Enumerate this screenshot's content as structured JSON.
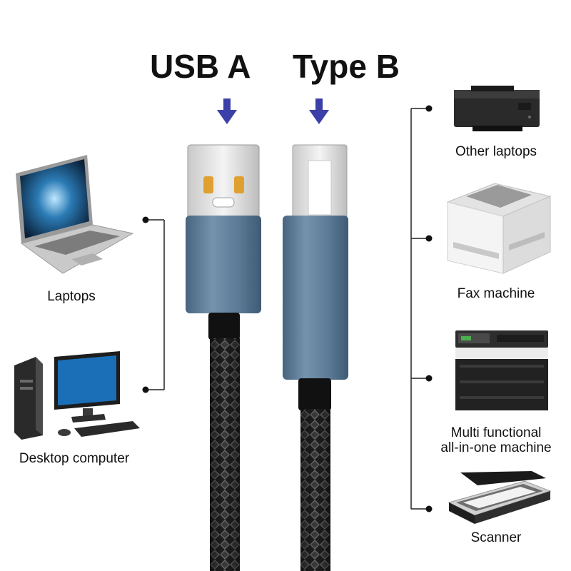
{
  "connectors": {
    "left_title": "USB A",
    "right_title": "Type B"
  },
  "left_devices": [
    {
      "icon": "laptop-icon",
      "label": "Laptops"
    },
    {
      "icon": "desktop-computer-icon",
      "label": "Desktop computer"
    }
  ],
  "right_devices": [
    {
      "icon": "printer-icon",
      "label": "Other laptops"
    },
    {
      "icon": "fax-machine-icon",
      "label": "Fax machine"
    },
    {
      "icon": "all-in-one-machine-icon",
      "label_line1": "Multi functional",
      "label_line2": "all-in-one machine"
    },
    {
      "icon": "scanner-icon",
      "label": "Scanner"
    }
  ],
  "colors": {
    "arrow": "#3b3fa8",
    "connector_housing": "#5f7f9c",
    "cable_braid": "#2a2a2a",
    "bracket_line": "#222222"
  }
}
